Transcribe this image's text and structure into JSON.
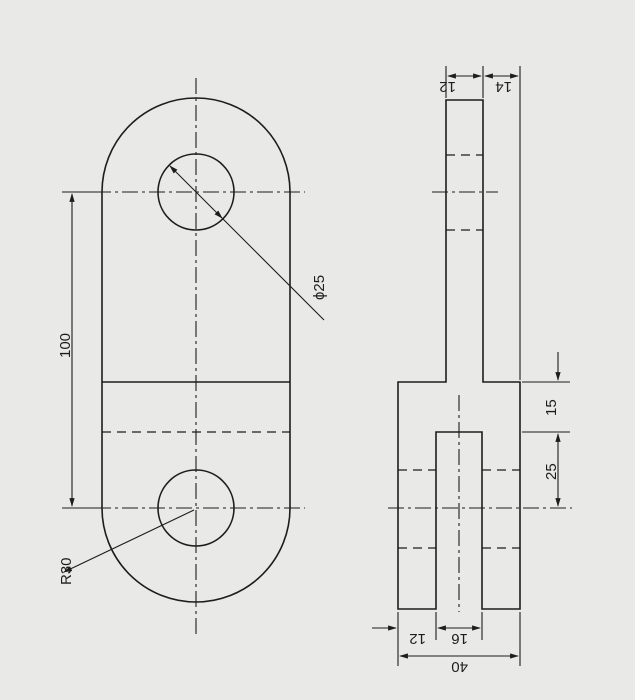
{
  "drawing": {
    "dimensions": {
      "length_100": "100",
      "radius_r30": "R30",
      "diameter_25": "ϕ25",
      "width_40": "40",
      "slot_16": "16",
      "wall_12_bottom": "12",
      "wall_12_top": "12",
      "depth_14": "14",
      "slot_15": "15",
      "slot_25": "25"
    }
  }
}
